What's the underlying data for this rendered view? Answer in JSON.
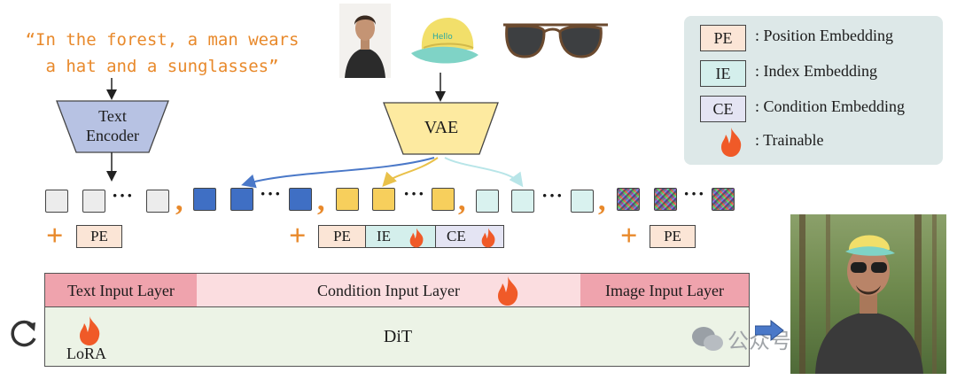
{
  "prompt": {
    "text": "“In the forest, a man wears a hat and a sunglasses”"
  },
  "text_encoder": {
    "label_line1": "Text",
    "label_line2": "Encoder"
  },
  "vae": {
    "label": "VAE"
  },
  "tokens": {
    "ellipsis": "···",
    "comma": ","
  },
  "embeddings": {
    "pe_text": "PE",
    "ie": "IE",
    "ce": "CE",
    "pe_cond": "PE",
    "pe_image": "PE"
  },
  "legend": {
    "items": [
      {
        "code": "PE",
        "label": ": Position Embedding"
      },
      {
        "code": "IE",
        "label": ": Index Embedding"
      },
      {
        "code": "CE",
        "label": ": Condition Embedding"
      },
      {
        "code": "",
        "label": ": Trainable"
      }
    ]
  },
  "layers": {
    "text_input": "Text Input Layer",
    "condition_input": "Condition Input Layer",
    "image_input": "Image Input Layer",
    "dit": "DiT",
    "lora": "LoRA"
  },
  "watermark": {
    "text": "公众号"
  },
  "colors": {
    "accent_orange": "#e8892b",
    "blue_token": "#3f6fc4",
    "yellow_token": "#f7cf5c",
    "cyan_token": "#d9f2ef",
    "flame": "#f05a28"
  },
  "icons": [
    "fire-icon",
    "refresh-icon",
    "arrow-right-icon",
    "wechat-icon"
  ]
}
